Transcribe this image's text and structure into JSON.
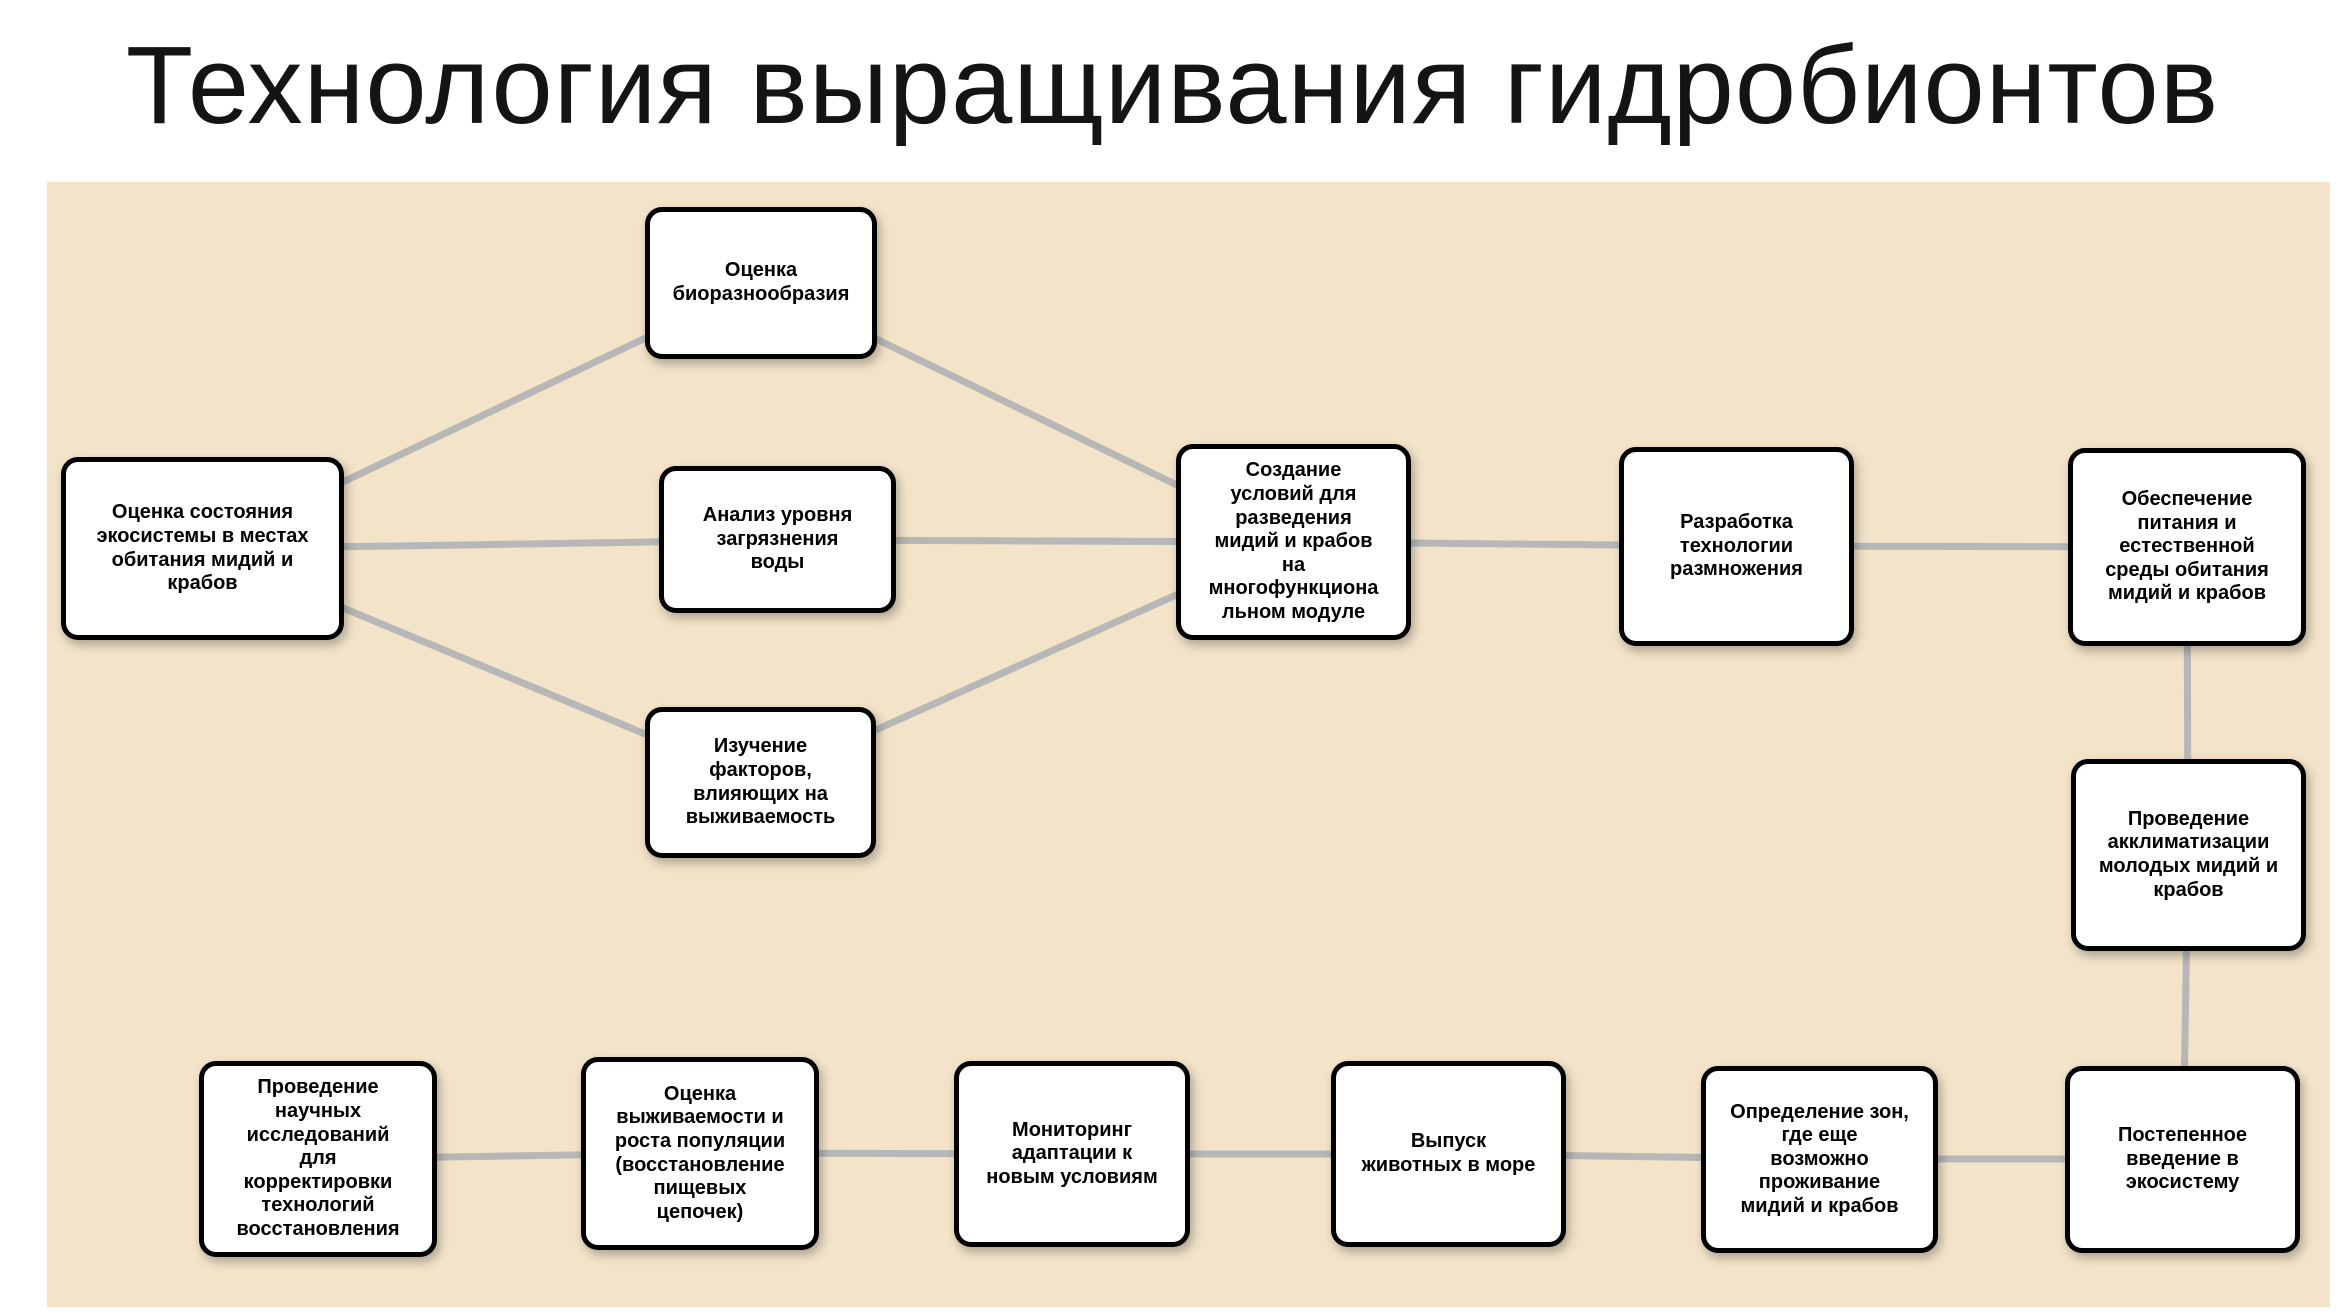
{
  "title": "Технология выращивания гидробионтов",
  "colors": {
    "page_background": "#ffffff",
    "canvas_background": "#f2e3c9",
    "node_background": "#ffffff",
    "node_border": "#000000",
    "connector": "#b7b7b7",
    "title_text": "#141414",
    "node_text": "#000000"
  },
  "diagram": {
    "type": "flowchart",
    "nodes": [
      {
        "id": "biodiversity-assessment",
        "label": "Оценка\nбиоразнообразия"
      },
      {
        "id": "ecosystem-state-assessment",
        "label": "Оценка состояния\nэкосистемы в местах\nобитания мидий и\nкрабов"
      },
      {
        "id": "water-pollution-analysis",
        "label": "Анализ уровня\nзагрязнения\nводы"
      },
      {
        "id": "survival-factors-study",
        "label": "Изучение\nфакторов,\nвлияющих на\nвыживаемость"
      },
      {
        "id": "breeding-conditions-module",
        "label": "Создание\nусловий для\nразведения\nмидий и крабов\nна\nмногофункциона\nльном модуле"
      },
      {
        "id": "reproduction-technology",
        "label": "Разработка\nтехнологии\nразмножения"
      },
      {
        "id": "nutrition-habitat-support",
        "label": "Обеспечение\nпитания и\nестественной\nсреды обитания\nмидий и крабов"
      },
      {
        "id": "acclimatization",
        "label": "Проведение\nакклиматизации\nмолодых мидий и\nкрабов"
      },
      {
        "id": "corrective-research",
        "label": "Проведение\nнаучных\nисследований\nдля\nкорректировки\nтехнологий\nвосстановления"
      },
      {
        "id": "population-survival-assessment",
        "label": "Оценка\nвыживаемости и\nроста популяции\n(восстановление\nпищевых\nцепочек)"
      },
      {
        "id": "adaptation-monitoring",
        "label": "Мониторинг\nадаптации к\nновым условиям"
      },
      {
        "id": "sea-release",
        "label": "Выпуск\nживотных в море"
      },
      {
        "id": "zones-determination",
        "label": "Определение зон,\nгде еще\nвозможно\nпроживание\nмидий и крабов"
      },
      {
        "id": "gradual-ecosystem-introduction",
        "label": "Постепенное\nвведение в\nэкосистему"
      }
    ],
    "edges": [
      {
        "from": "ecosystem-state-assessment",
        "to": "biodiversity-assessment"
      },
      {
        "from": "ecosystem-state-assessment",
        "to": "water-pollution-analysis"
      },
      {
        "from": "ecosystem-state-assessment",
        "to": "survival-factors-study"
      },
      {
        "from": "biodiversity-assessment",
        "to": "breeding-conditions-module"
      },
      {
        "from": "water-pollution-analysis",
        "to": "breeding-conditions-module"
      },
      {
        "from": "survival-factors-study",
        "to": "breeding-conditions-module"
      },
      {
        "from": "breeding-conditions-module",
        "to": "reproduction-technology"
      },
      {
        "from": "reproduction-technology",
        "to": "nutrition-habitat-support"
      },
      {
        "from": "nutrition-habitat-support",
        "to": "acclimatization"
      },
      {
        "from": "acclimatization",
        "to": "gradual-ecosystem-introduction"
      },
      {
        "from": "gradual-ecosystem-introduction",
        "to": "zones-determination"
      },
      {
        "from": "zones-determination",
        "to": "sea-release"
      },
      {
        "from": "sea-release",
        "to": "adaptation-monitoring"
      },
      {
        "from": "adaptation-monitoring",
        "to": "population-survival-assessment"
      },
      {
        "from": "population-survival-assessment",
        "to": "corrective-research"
      }
    ]
  }
}
